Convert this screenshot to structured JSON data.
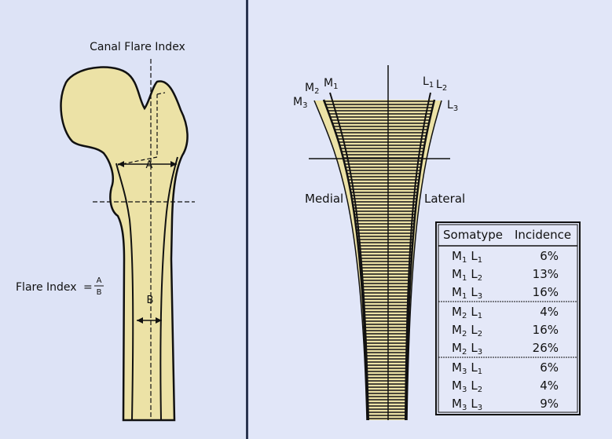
{
  "left": {
    "title": "Canal Flare Index",
    "label_a": "A",
    "label_b": "B",
    "formula_label": "Flare Index",
    "formula_eq": "=",
    "formula_num": "A",
    "formula_den": "B"
  },
  "right": {
    "medial": "Medial",
    "lateral": "Lateral",
    "curves": [
      {
        "letter": "M",
        "sub": "1"
      },
      {
        "letter": "M",
        "sub": "2"
      },
      {
        "letter": "M",
        "sub": "3"
      },
      {
        "letter": "L",
        "sub": "1"
      },
      {
        "letter": "L",
        "sub": "2"
      },
      {
        "letter": "L",
        "sub": "3"
      }
    ]
  },
  "table": {
    "headers": [
      "Somatype",
      "Incidence"
    ],
    "rows": [
      {
        "m": "M",
        "ms": "1",
        "l": "L",
        "ls": "1",
        "incidence": "6%"
      },
      {
        "m": "M",
        "ms": "1",
        "l": "L",
        "ls": "2",
        "incidence": "13%"
      },
      {
        "m": "M",
        "ms": "1",
        "l": "L",
        "ls": "3",
        "incidence": "16%"
      },
      {
        "m": "M",
        "ms": "2",
        "l": "L",
        "ls": "1",
        "incidence": "4%"
      },
      {
        "m": "M",
        "ms": "2",
        "l": "L",
        "ls": "2",
        "incidence": "16%"
      },
      {
        "m": "M",
        "ms": "2",
        "l": "L",
        "ls": "3",
        "incidence": "26%"
      },
      {
        "m": "M",
        "ms": "3",
        "l": "L",
        "ls": "1",
        "incidence": "6%"
      },
      {
        "m": "M",
        "ms": "3",
        "l": "L",
        "ls": "2",
        "incidence": "4%"
      },
      {
        "m": "M",
        "ms": "3",
        "l": "L",
        "ls": "3",
        "incidence": "9%"
      }
    ]
  },
  "colors": {
    "background": "#dfe4f6",
    "bone": "#ece2a6",
    "divider": "#2b3550"
  }
}
